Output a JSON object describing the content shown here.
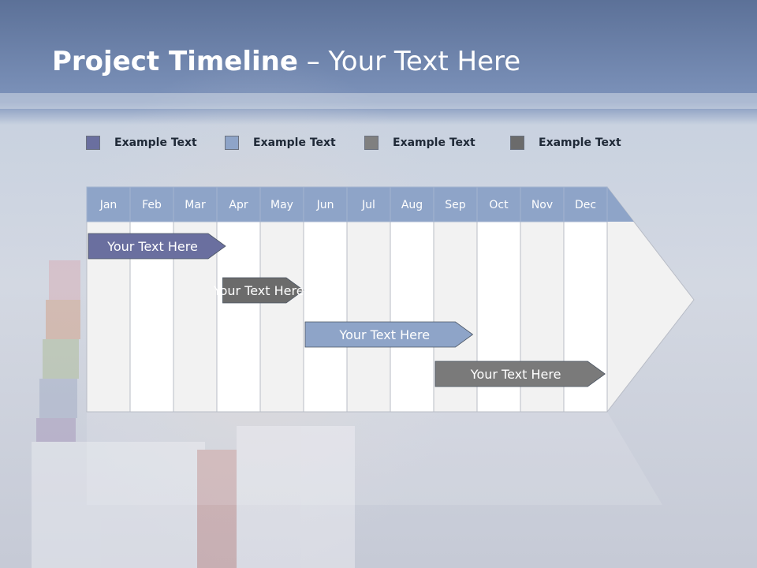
{
  "title": {
    "bold": "Project Timeline",
    "rest": " – Your Text Here"
  },
  "legend": [
    {
      "label": "Example Text",
      "color": "#6a6f9f"
    },
    {
      "label": "Example Text",
      "color": "#8ea4c8"
    },
    {
      "label": "Example Text",
      "color": "#808080"
    },
    {
      "label": "Example Text",
      "color": "#6b6b6b"
    }
  ],
  "months": [
    "Jan",
    "Feb",
    "Mar",
    "Apr",
    "May",
    "Jun",
    "Jul",
    "Aug",
    "Sep",
    "Oct",
    "Nov",
    "Dec"
  ],
  "tasks": [
    {
      "label": "Your  Text Here",
      "start": "Jan",
      "end": "Apr",
      "color": "#6a6f9f",
      "text_color": "#ffffff"
    },
    {
      "label": "Your  Text Here",
      "start": "Apr",
      "end": "Jun",
      "color": "#6b6b6b",
      "text_color": "#ffffff"
    },
    {
      "label": "Your  Text Here",
      "start": "Jun",
      "end": "Sep",
      "color": "#8ea4c8",
      "text_color": "#ffffff"
    },
    {
      "label": "Your  Text Here",
      "start": "Sep",
      "end": "Dec",
      "color": "#7a7a7a",
      "text_color": "#ffffff"
    }
  ],
  "colors": {
    "header": "#8ea4c8",
    "header_text": "#ffffff",
    "col_light": "#f2f2f2",
    "col_white": "#ffffff",
    "grid": "#b8bcc6"
  }
}
